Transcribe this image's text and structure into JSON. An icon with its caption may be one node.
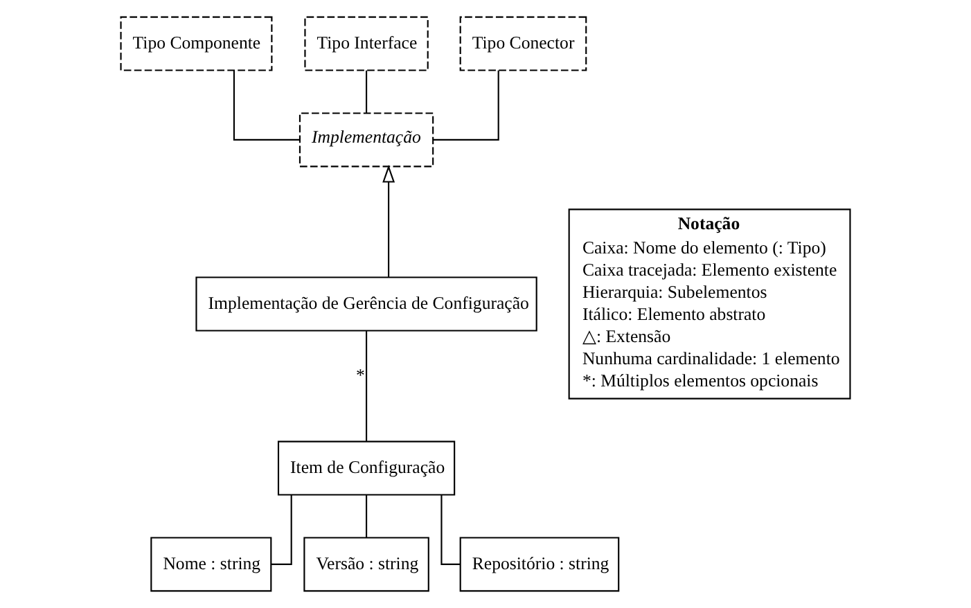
{
  "diagram": {
    "nodes": [
      {
        "text": [
          "Tipo Componente"
        ]
      },
      {
        "text": [
          "Tipo Interface"
        ]
      },
      {
        "text": [
          "Tipo Conector"
        ]
      },
      {
        "text": [
          "Implementação"
        ]
      },
      {
        "text": [
          "Implementação de Gerência de Configuração"
        ]
      },
      {
        "text": [
          "Item de Configuração"
        ]
      },
      {
        "text": [
          "Nome : string"
        ]
      },
      {
        "text": [
          "Versão : string"
        ]
      },
      {
        "text": [
          "Repositório : string"
        ]
      },
      {
        "text": [
          "Notação",
          "Caixa: Nome do elemento (: Tipo)",
          "Caixa tracejada: Elemento existente",
          "Hierarquia: Subelementos",
          "Itálico: Elemento abstrato",
          "△: Extensão",
          "Nunhuma cardinalidade: 1 elemento",
          "*: Múltiplos elementos opcionais"
        ]
      }
    ],
    "edges": [
      {
        "from": 0,
        "to": 3,
        "arrow": "none"
      },
      {
        "from": 1,
        "to": 3,
        "arrow": "none"
      },
      {
        "from": 2,
        "to": 3,
        "arrow": "none"
      },
      {
        "from": 4,
        "to": 3,
        "arrow": "to"
      },
      {
        "from": 4,
        "to": 5,
        "arrow": "none",
        "label": "*"
      },
      {
        "from": 5,
        "to": 6,
        "arrow": "none"
      },
      {
        "from": 5,
        "to": 7,
        "arrow": "none"
      },
      {
        "from": 5,
        "to": 8,
        "arrow": "none"
      }
    ]
  }
}
